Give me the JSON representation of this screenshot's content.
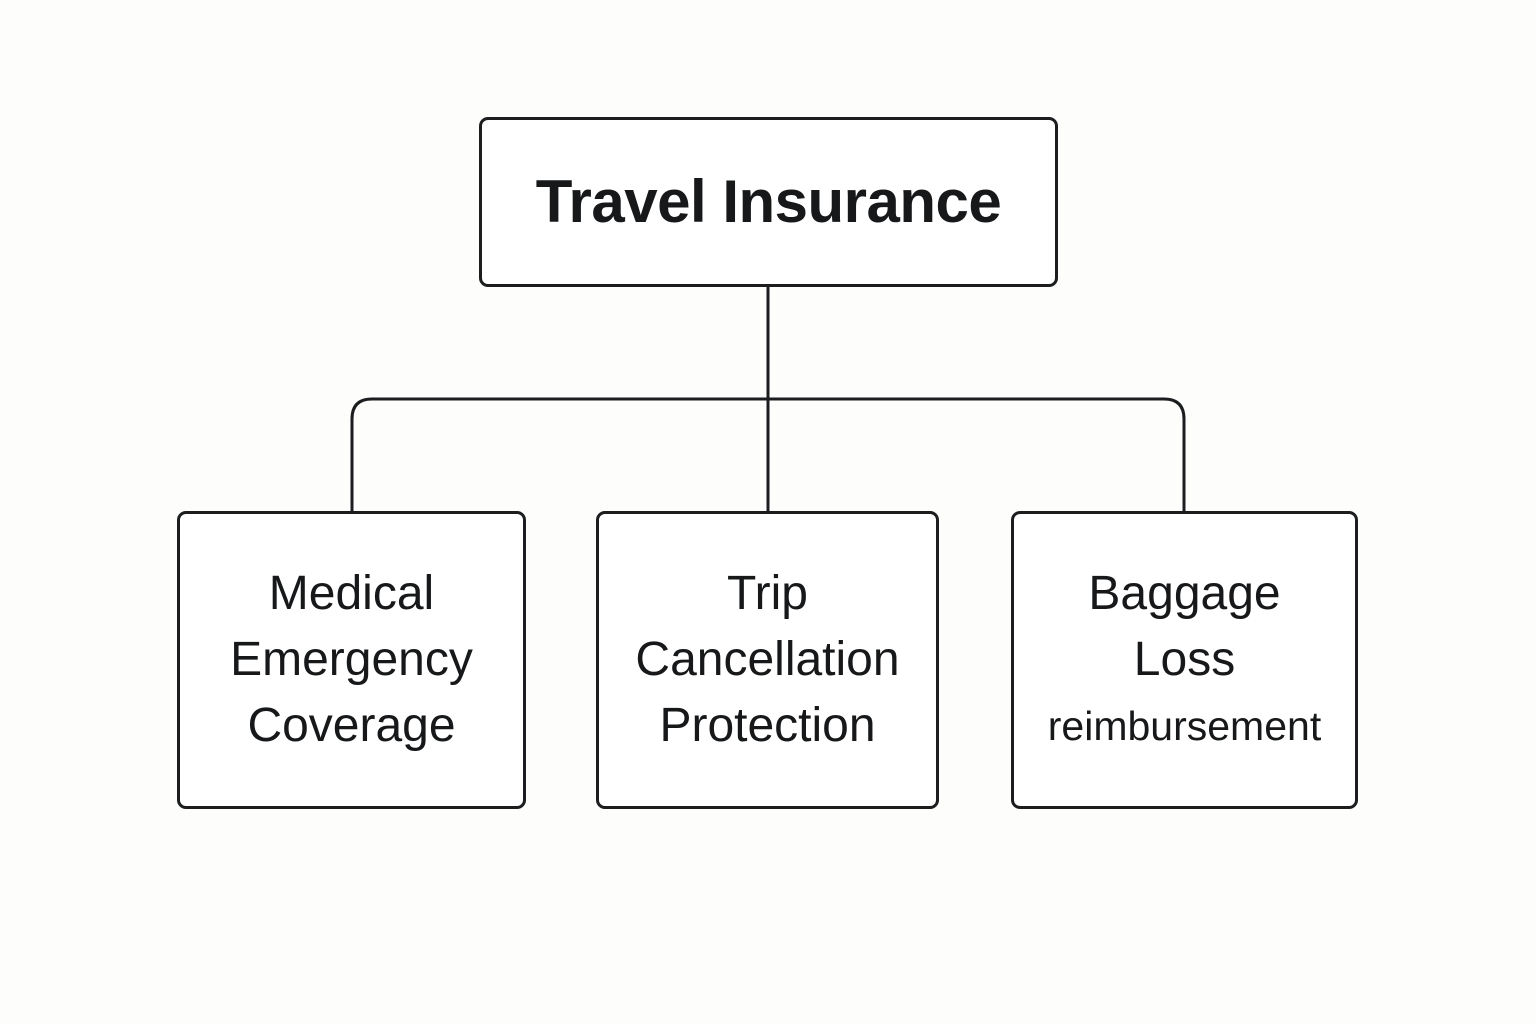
{
  "diagram": {
    "root": {
      "label": "Travel Insurance"
    },
    "children": [
      {
        "id": "medical",
        "lines": [
          "Medical",
          "Emergency",
          "Coverage"
        ]
      },
      {
        "id": "trip",
        "lines": [
          "Trip",
          "Cancellation",
          "Protection"
        ]
      },
      {
        "id": "baggage",
        "lines": [
          "Baggage",
          "Loss",
          "reimbursement"
        ]
      }
    ],
    "edges": [
      {
        "from": "root",
        "to": "medical"
      },
      {
        "from": "root",
        "to": "trip"
      },
      {
        "from": "root",
        "to": "baggage"
      }
    ]
  },
  "colors": {
    "background": "#fdfdfc",
    "node_border": "#1b1d1f",
    "node_fill": "#ffffff",
    "text": "#16181a",
    "connector": "#1b1d1f"
  }
}
